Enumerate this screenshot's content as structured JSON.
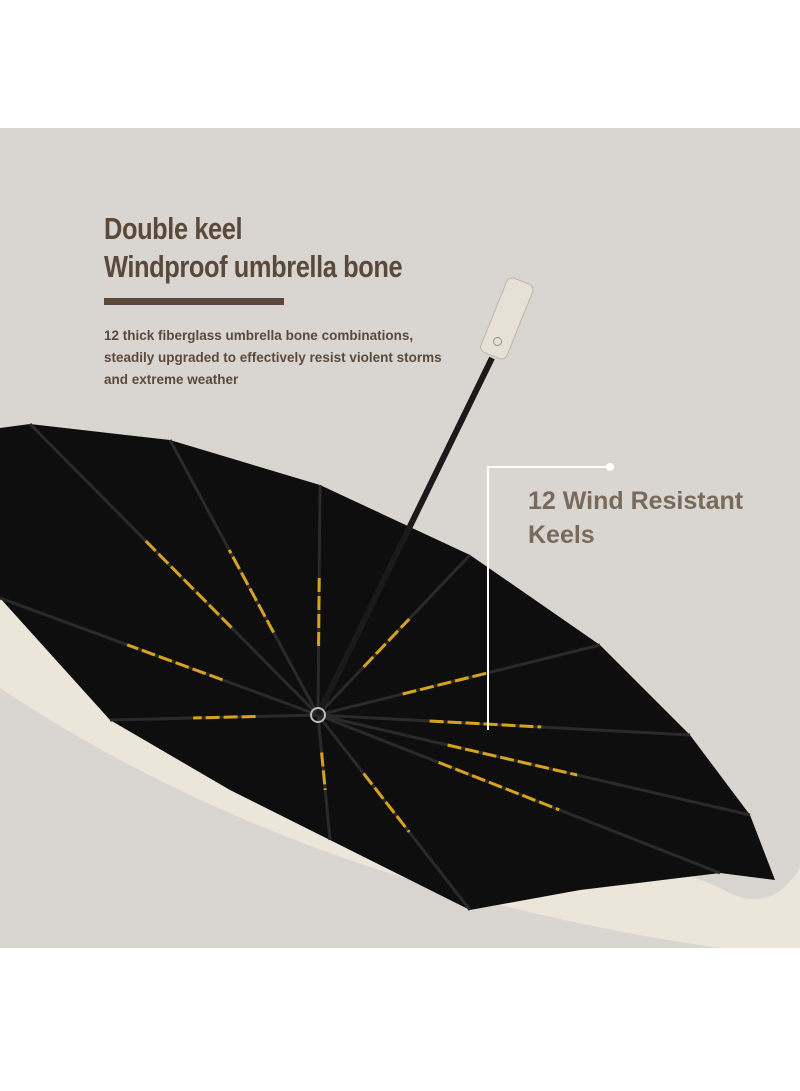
{
  "heading": {
    "line1": "Double keel",
    "line2": "Windproof umbrella bone"
  },
  "description": "12 thick fiberglass umbrella bone combinations, steadily upgraded to effectively resist violent storms and extreme weather",
  "callout": {
    "line1": "12 Wind Resistant",
    "line2": "Keels"
  },
  "colors": {
    "background": "#d9d6d1",
    "text": "#5b4a3b",
    "canopy": "#0d0d0d",
    "rim": "#ece6da",
    "keel": "#d8a21c"
  }
}
